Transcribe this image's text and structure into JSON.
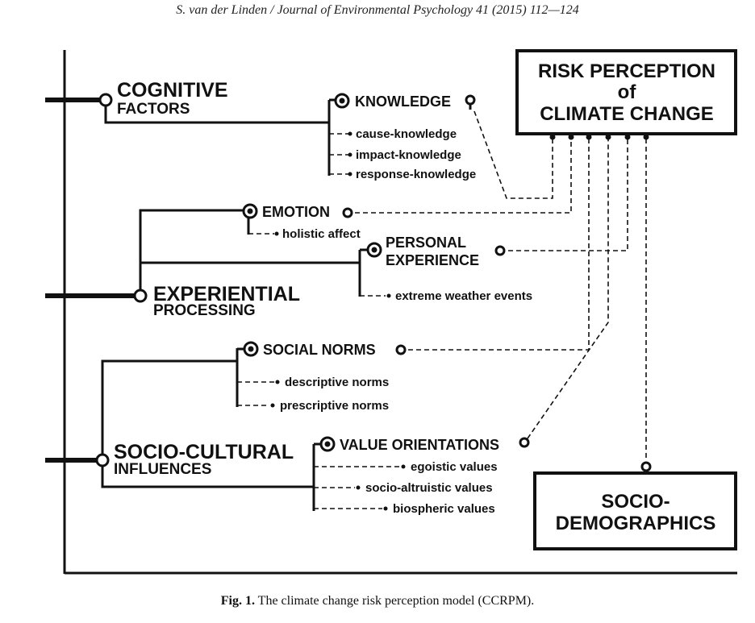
{
  "header": "S. van der Linden / Journal of Environmental Psychology 41 (2015) 112—124",
  "caption": {
    "label": "Fig. 1.",
    "text": "The climate change risk perception model (CCRPM)."
  },
  "boxes": {
    "risk_perception": [
      "RISK PERCEPTION",
      "of",
      "CLIMATE CHANGE"
    ],
    "socio_demographics": [
      "SOCIO-",
      "DEMOGRAPHICS"
    ]
  },
  "factors": {
    "cognitive": [
      "COGNITIVE",
      "FACTORS"
    ],
    "experiential": [
      "EXPERIENTIAL",
      "PROCESSING"
    ],
    "socio_cultural": [
      "SOCIO-CULTURAL",
      "INFLUENCES"
    ]
  },
  "constructs": {
    "knowledge": "KNOWLEDGE",
    "emotion": "EMOTION",
    "personal_experience": [
      "PERSONAL",
      "EXPERIENCE"
    ],
    "social_norms": "SOCIAL NORMS",
    "value_orientations": "VALUE ORIENTATIONS"
  },
  "items": {
    "knowledge": [
      "cause-knowledge",
      "impact-knowledge",
      "response-knowledge"
    ],
    "emotion": [
      "holistic affect"
    ],
    "personal_experience": [
      "extreme weather events"
    ],
    "social_norms": [
      "descriptive norms",
      "prescriptive norms"
    ],
    "value_orientations": [
      "egoistic values",
      "socio-altruistic values",
      "biospheric values"
    ]
  }
}
